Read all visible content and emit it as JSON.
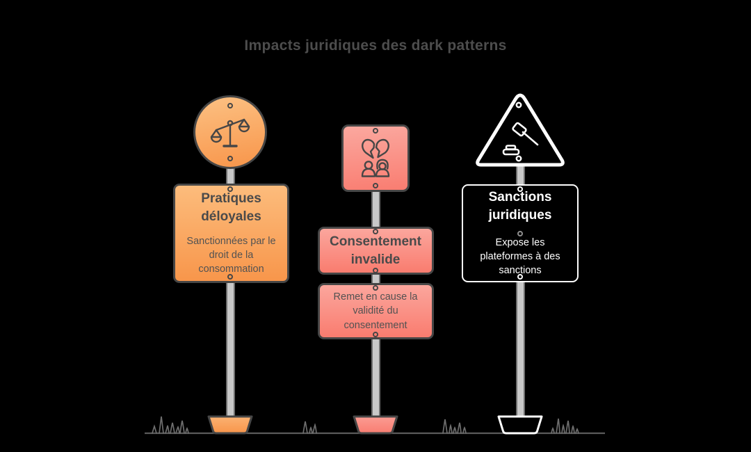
{
  "background_color": "#000000",
  "title": {
    "text": "Impacts juridiques des dark patterns",
    "color": "#4D4D4D"
  },
  "signs": [
    {
      "id": "pratiques-deloyales",
      "head_shape": "circle",
      "icon": "scales-of-justice-icon",
      "title": "Pratiques déloyales",
      "description": "Sanctionnées par le droit de la consommation",
      "color_top": "#FCBC7C",
      "color_bottom": "#F8954B",
      "border_color": "#464646",
      "text_color": "#4A4A4A"
    },
    {
      "id": "consentement-invalide",
      "head_shape": "square",
      "icon": "broken-heart-couple-icon",
      "title": "Consentement invalide",
      "description": "Remet en cause la validité du consentement",
      "color_top": "#FBA69D",
      "color_bottom": "#F97C6F",
      "border_color": "#464646",
      "text_color": "#4A4A4A"
    },
    {
      "id": "sanctions-juridiques",
      "head_shape": "warning-triangle",
      "icon": "gavel-icon",
      "title": "Sanctions juridiques",
      "description": "Expose les plateformes à des sanctions",
      "fill_color": "#000000",
      "border_color": "#FFFFFF",
      "text_color": "#FFFFFF"
    }
  ],
  "ground": {
    "line_color": "#5A5A5A",
    "grass_color": "#6E6E6E",
    "pole_color": "#C8C8C8"
  }
}
